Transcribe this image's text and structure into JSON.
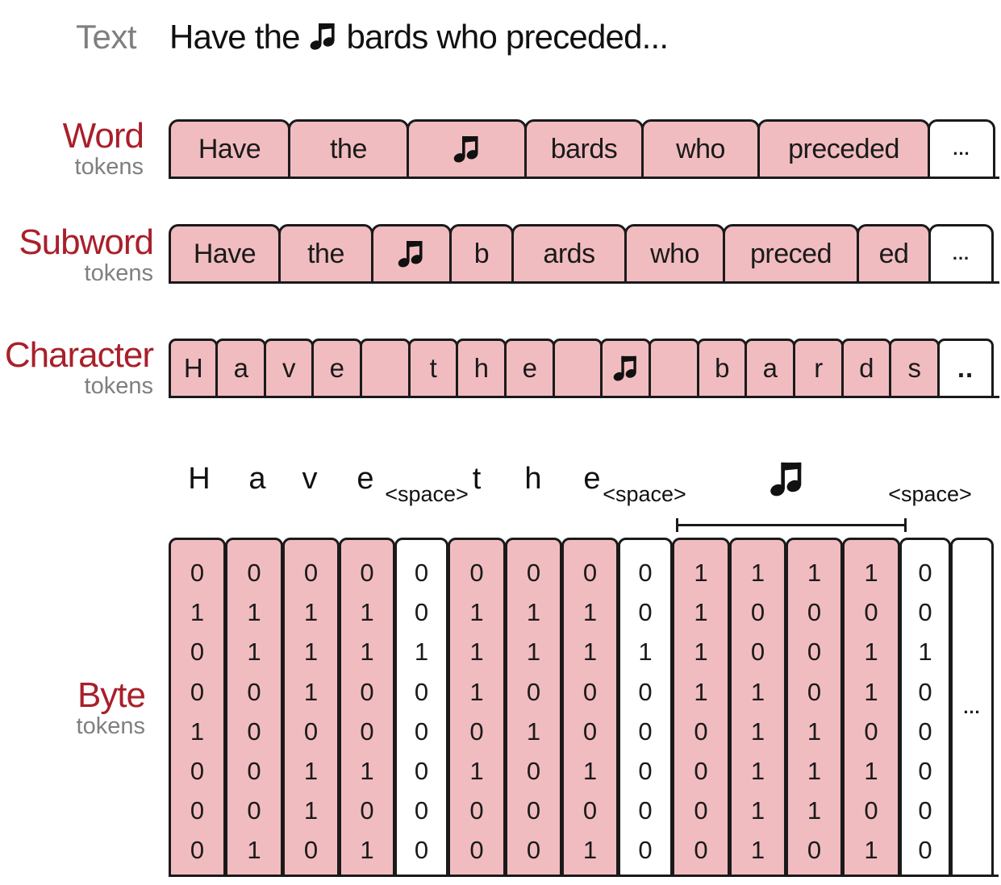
{
  "header": {
    "label": "Text",
    "sentence_before": "Have the ",
    "sentence_after": " bards who preceded..."
  },
  "rows": {
    "word": {
      "label": "Word",
      "sublabel": "tokens",
      "tokens": [
        "Have",
        "the",
        "♫",
        "bards",
        "who",
        "preceded",
        "..."
      ]
    },
    "subword": {
      "label": "Subword",
      "sublabel": "tokens",
      "tokens": [
        "Have",
        "the",
        "♫",
        "b",
        "ards",
        "who",
        "preced",
        "ed",
        "..."
      ]
    },
    "character": {
      "label": "Character",
      "sublabel": "tokens",
      "tokens": [
        "H",
        "a",
        "v",
        "e",
        "",
        "t",
        "h",
        "e",
        "",
        "♫",
        "",
        "b",
        "a",
        "r",
        "d",
        "s",
        ".."
      ]
    },
    "byte": {
      "label": "Byte",
      "sublabel": "tokens",
      "chars": [
        "H",
        "a",
        "v",
        "e",
        "<space>",
        "t",
        "h",
        "e",
        "<space>",
        "♫",
        "<space>"
      ],
      "columns": [
        [
          0,
          1,
          0,
          0,
          1,
          0,
          0,
          0
        ],
        [
          0,
          1,
          1,
          0,
          0,
          0,
          0,
          1
        ],
        [
          0,
          1,
          1,
          1,
          0,
          1,
          1,
          0
        ],
        [
          0,
          1,
          1,
          0,
          0,
          1,
          0,
          1
        ],
        [
          0,
          0,
          1,
          0,
          0,
          0,
          0,
          0
        ],
        [
          0,
          1,
          1,
          1,
          0,
          1,
          0,
          0
        ],
        [
          0,
          1,
          1,
          0,
          1,
          0,
          0,
          0
        ],
        [
          0,
          1,
          1,
          0,
          0,
          1,
          0,
          1
        ],
        [
          0,
          0,
          1,
          0,
          0,
          0,
          0,
          0
        ],
        [
          1,
          1,
          1,
          1,
          0,
          0,
          0,
          0
        ],
        [
          1,
          0,
          0,
          1,
          1,
          1,
          1,
          1
        ],
        [
          1,
          0,
          0,
          0,
          1,
          1,
          1,
          0
        ],
        [
          1,
          0,
          1,
          1,
          0,
          1,
          0,
          1
        ],
        [
          0,
          0,
          1,
          0,
          0,
          0,
          0,
          0
        ]
      ],
      "more": "..."
    }
  },
  "colors": {
    "token_fill": "#f1bcc0",
    "label_red": "#a8202a",
    "label_gray": "#7f7f7f",
    "outline": "#1a1a1a"
  },
  "icons": {
    "music_note": "beamed-eighth-notes-icon"
  }
}
